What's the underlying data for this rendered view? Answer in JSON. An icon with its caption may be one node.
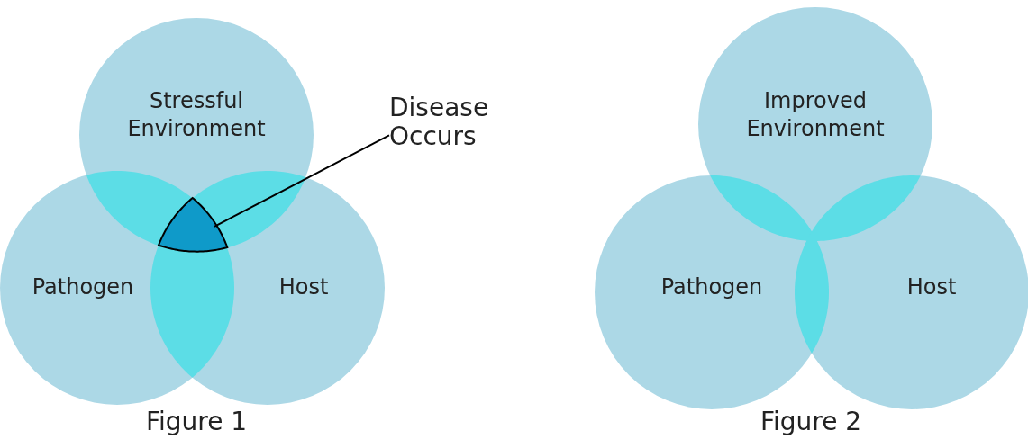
{
  "diagram": {
    "nodes": [
      {
        "text": [
          "Stressful Environment"
        ]
      },
      {
        "text": [
          "Pathogen"
        ]
      },
      {
        "text": [
          "Host"
        ]
      },
      {
        "text": [],
        "shape": "triangle"
      },
      {
        "text": [
          "Disease Occurs"
        ]
      },
      {
        "text": [
          "Improved Environment"
        ]
      },
      {
        "text": [
          "Pathogen"
        ]
      },
      {
        "text": [
          "Host"
        ]
      }
    ],
    "edges": [
      {
        "from": 4,
        "to": 3,
        "arrow": "none"
      }
    ],
    "labels": [
      "Figure 1",
      "Figure 2"
    ]
  }
}
